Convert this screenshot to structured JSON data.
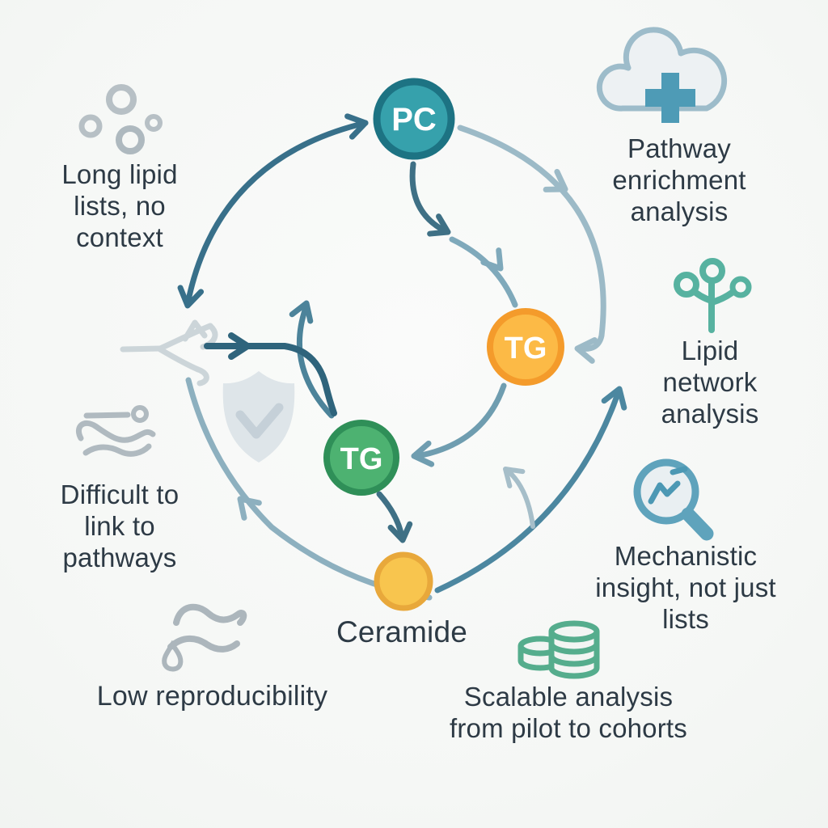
{
  "figure": {
    "kind": "lipidomics workflow cycle diagram",
    "background": "#f6f8f6"
  },
  "colors": {
    "text": "#2d3a45",
    "arrow_dark": "#38708a",
    "arrow_medium": "#6f9db0",
    "arrow_light": "#9cbac7",
    "icon_gray": "#b7c0c5",
    "icon_teal_green": "#57b2a0",
    "icon_green": "#55ad8d",
    "icon_blue": "#5fa3bc",
    "node_pc_fill": "#36a1ac",
    "node_pc_stroke": "#1d7383",
    "node_tg_upper_fill": "#fcba46",
    "node_tg_upper_stroke": "#f49b2b",
    "node_tg_lower_fill": "#4db271",
    "node_tg_lower_stroke": "#2f8f58",
    "node_ceramide_fill": "#f8c54e",
    "node_ceramide_stroke": "#e8a83b"
  },
  "nodes": {
    "pc": {
      "label": "PC"
    },
    "tg_upper": {
      "label": "TG"
    },
    "tg_lower": {
      "label": "TG"
    },
    "ceramide": {
      "label": "",
      "caption": "Ceramide"
    }
  },
  "labels": {
    "long_lipid": {
      "lines": [
        "Long lipid",
        "lists, no",
        "context"
      ]
    },
    "pathway_enrichment": {
      "lines": [
        "Pathway",
        "enrichment",
        "analysis"
      ]
    },
    "lipid_network": {
      "lines": [
        "Lipid",
        "network",
        "analysis"
      ]
    },
    "mechanistic": {
      "lines": [
        "Mechanistic",
        "insight, not just",
        "lists"
      ]
    },
    "difficult": {
      "lines": [
        "Difficult to",
        "link to",
        "pathways"
      ]
    },
    "low_reproducibility": {
      "lines": [
        "Low reproducibility"
      ]
    },
    "scalable": {
      "lines": [
        "Scalable analysis",
        "from pilot to cohorts"
      ]
    }
  },
  "icons": {
    "bubbles": "gray rings cluster (raw lipid list)",
    "molecule_squiggle": "gray lipid molecule doodle",
    "wave_droplet": "gray waves with droplet",
    "funnel_molecule": "gray abstract funnel doodle",
    "shield_check": "light shield with check mark",
    "cloud_plus": "cloud with plus sign",
    "network": "branching network nodes",
    "magnifier": "magnifying glass with trend line",
    "coins": "stacked coins"
  }
}
